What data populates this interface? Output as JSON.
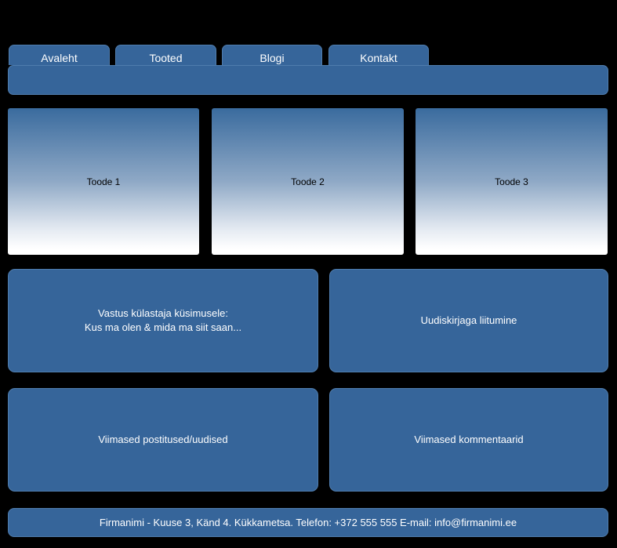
{
  "colors": {
    "background": "#000000",
    "shape_fill": "#36659A",
    "shape_border": "#4F7CAD",
    "gradient_top": "#3A6B9E",
    "gradient_bottom": "#FFFFFF",
    "text_light": "#FFFFFF",
    "text_dark": "#000000"
  },
  "nav": {
    "tabs": [
      {
        "label": "Avaleht"
      },
      {
        "label": "Tooted"
      },
      {
        "label": "Blogi"
      },
      {
        "label": "Kontakt"
      }
    ]
  },
  "products": [
    {
      "label": "Toode 1"
    },
    {
      "label": "Toode 2"
    },
    {
      "label": "Toode 3"
    }
  ],
  "panels": {
    "visitor_question": {
      "line1": "Vastus külastaja küsimusele:",
      "line2": "Kus ma olen & mida ma siit saan..."
    },
    "newsletter": {
      "label": "Uudiskirjaga liitumine"
    },
    "latest_posts": {
      "label": "Viimased postitused/uudised"
    },
    "latest_comments": {
      "label": "Viimased kommentaarid"
    }
  },
  "footer": {
    "text": "Firmanimi - Kuuse 3, Känd 4. Kükkametsa. Telefon: +372 555 555 E-mail: info@firmanimi.ee"
  }
}
